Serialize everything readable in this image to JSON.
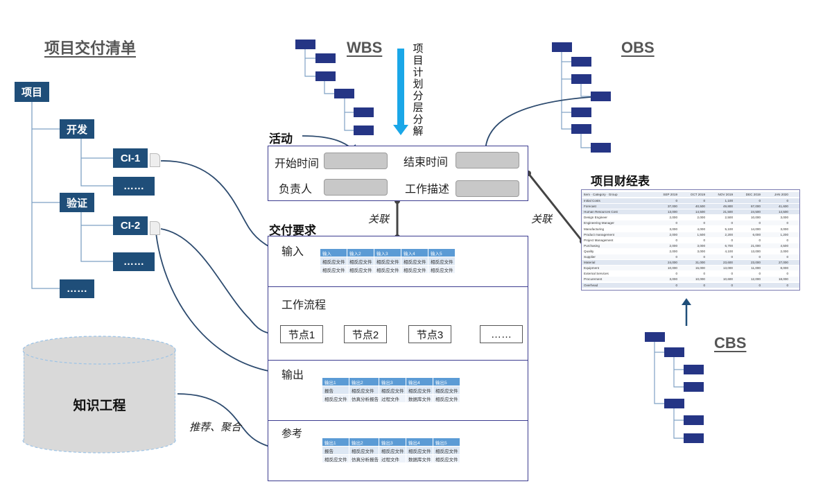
{
  "deliverables": {
    "title": "项目交付清单",
    "root": "项目",
    "dev": "开发",
    "ci1": "CI-1",
    "more1": "……",
    "verify": "验证",
    "ci2": "CI-2",
    "more2": "……",
    "more3": "……"
  },
  "wbs": {
    "title": "WBS",
    "decompose": "项目计划分层分解"
  },
  "obs": {
    "title": "OBS"
  },
  "cbs": {
    "title": "CBS"
  },
  "activity": {
    "title": "活动",
    "start_label": "开始时间",
    "end_label": "结束时间",
    "owner_label": "负责人",
    "desc_label": "工作描述"
  },
  "links": {
    "assoc_left": "关联",
    "assoc_right": "关联",
    "recommend": "推荐、聚合"
  },
  "delivery": {
    "title": "交付要求",
    "input_label": "输入",
    "workflow_label": "工作流程",
    "output_label": "输出",
    "reference_label": "参考",
    "flow_nodes": [
      "节点1",
      "节点2",
      "节点3",
      "……"
    ],
    "input_table": [
      [
        "输入",
        "输入2",
        "输入3",
        "输入4",
        "输入5"
      ],
      [
        "相反应文件",
        "相反应文件",
        "相反应文件",
        "相反应文件",
        "相反应文件"
      ],
      [
        "相反应文件",
        "相反应文件",
        "相反应文件",
        "相反应文件",
        "相反应文件"
      ]
    ],
    "output_table": [
      [
        "输出1",
        "输出2",
        "输出3",
        "输出4",
        "输出5"
      ],
      [
        "报告",
        "相反应文件",
        "相反应文件",
        "相反应文件",
        "相反应文件"
      ],
      [
        "相反应文件",
        "仿真分析报告",
        "过程文件",
        "数据库文件",
        "相反应文件"
      ]
    ],
    "reference_table": [
      [
        "输出1",
        "输出2",
        "输出3",
        "输出4",
        "输出5"
      ],
      [
        "报告",
        "相反应文件",
        "相反应文件",
        "相反应文件",
        "相反应文件"
      ],
      [
        "相反应文件",
        "仿真分析报告",
        "过程文件",
        "数据库文件",
        "相反应文件"
      ]
    ]
  },
  "finance": {
    "title": "项目财经表",
    "header": [
      "Item · Category · Group",
      "SEP 2019",
      "OCT 2019",
      "NOV 2019",
      "DEC 2019",
      "JAN 2020"
    ],
    "rows": [
      [
        "Initial Costs",
        "0",
        "0",
        "1,100",
        "0",
        "0"
      ],
      [
        "Forecast",
        "37,000",
        "40,500",
        "49,800",
        "67,000",
        "41,600"
      ],
      [
        "Human Resources Cost",
        "13,000",
        "14,500",
        "21,500",
        "24,500",
        "14,500"
      ],
      [
        "Design Engineer",
        "2,000",
        "2,000",
        "2,500",
        "10,000",
        "3,000"
      ],
      [
        "Engineering Manager",
        "0",
        "0",
        "0",
        "0",
        "0"
      ],
      [
        "Manufacturing",
        "3,000",
        "4,000",
        "5,100",
        "14,000",
        "3,000"
      ],
      [
        "Product management",
        "2,000",
        "1,500",
        "2,200",
        "6,000",
        "1,200"
      ],
      [
        "Project Management",
        "0",
        "0",
        "0",
        "0",
        "0"
      ],
      [
        "Purchasing",
        "2,000",
        "3,000",
        "6,700",
        "21,000",
        "4,500"
      ],
      [
        "Quality",
        "2,000",
        "3,000",
        "4,100",
        "13,000",
        "2,000"
      ],
      [
        "Supplier",
        "0",
        "0",
        "0",
        "0",
        "0"
      ],
      [
        "Material",
        "24,000",
        "31,000",
        "23,600",
        "23,000",
        "27,000"
      ],
      [
        "Equipment",
        "10,000",
        "15,000",
        "13,000",
        "11,000",
        "8,000"
      ],
      [
        "External Services",
        "0",
        "0",
        "0",
        "0",
        "0"
      ],
      [
        "Procurement",
        "3,000",
        "10,000",
        "10,600",
        "12,000",
        "18,000"
      ],
      [
        "Overhead",
        "0",
        "0",
        "0",
        "0",
        "0"
      ]
    ]
  },
  "knowledge": {
    "title": "知识工程"
  },
  "colors": {
    "node": "#1f4e79",
    "square": "#253585",
    "arrow": "#1aa7e8",
    "table_header": "#5b9bd5"
  }
}
